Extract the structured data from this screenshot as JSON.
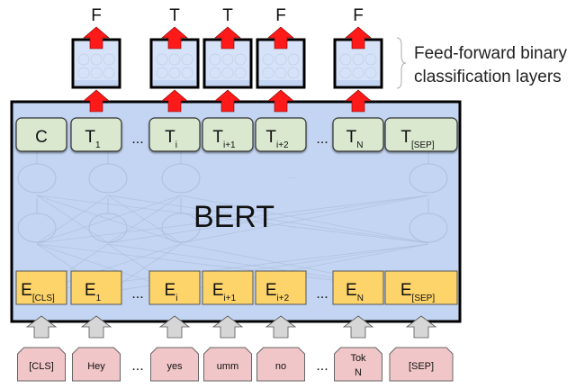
{
  "diagram": {
    "model_label": "BERT",
    "legend": {
      "line1": "Feed-forward binary",
      "line2": "classification layers"
    },
    "ellipsis": "...",
    "colors": {
      "bert_fill": "#c3d5f2",
      "ff_fill": "#d6e2f7",
      "output_fill": "#d9e8cf",
      "embedding_fill": "#fcd46a",
      "token_fill": "#f1c6c8",
      "red_arrow": "#ff1a1a",
      "gray_arrow": "#d6d6d6"
    },
    "columns": [
      {
        "token": "[CLS]",
        "embedding": "E",
        "embedding_sub": "[CLS]",
        "output": "C",
        "output_sub": "",
        "label": null
      },
      {
        "token": "Hey",
        "embedding": "E",
        "embedding_sub": "1",
        "output": "T",
        "output_sub": "1",
        "label": "F"
      },
      {
        "gap": true
      },
      {
        "token": "yes",
        "embedding": "E",
        "embedding_sub": "i",
        "output": "T",
        "output_sub": "i",
        "label": "T"
      },
      {
        "token": "umm",
        "embedding": "E",
        "embedding_sub": "i+1",
        "output": "T",
        "output_sub": "i+1",
        "label": "T"
      },
      {
        "token": "no",
        "embedding": "E",
        "embedding_sub": "i+2",
        "output": "T",
        "output_sub": "i+2",
        "label": "F"
      },
      {
        "gap": true
      },
      {
        "token": "Tok\nN",
        "embedding": "E",
        "embedding_sub": "N",
        "output": "T",
        "output_sub": "N",
        "label": "F"
      },
      {
        "token": "[SEP]",
        "embedding": "E",
        "embedding_sub": "[SEP]",
        "output": "T",
        "output_sub": "[SEP]",
        "label": null
      }
    ]
  }
}
